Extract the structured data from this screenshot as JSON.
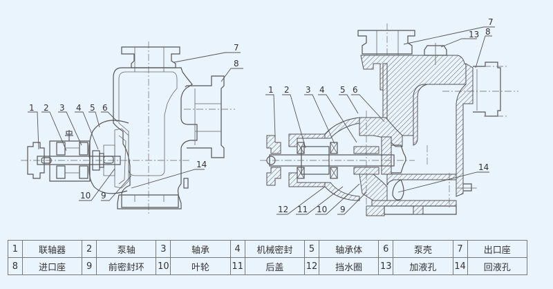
{
  "diagram": {
    "left_view_callouts": [
      "1",
      "2",
      "3",
      "4",
      "5",
      "6",
      "7",
      "8",
      "9",
      "10",
      "14"
    ],
    "right_view_callouts": [
      "1",
      "2",
      "3",
      "4",
      "5",
      "6",
      "7",
      "8",
      "9",
      "10",
      "11",
      "12",
      "13",
      "14"
    ]
  },
  "legend": {
    "rows": [
      [
        {
          "num": "1",
          "name": "联轴器"
        },
        {
          "num": "2",
          "name": "泵轴"
        },
        {
          "num": "3",
          "name": "轴承"
        },
        {
          "num": "4",
          "name": "机械密封"
        },
        {
          "num": "5",
          "name": "轴承体"
        },
        {
          "num": "6",
          "name": "泵壳"
        },
        {
          "num": "7",
          "name": "出口座"
        }
      ],
      [
        {
          "num": "8",
          "name": "进口座"
        },
        {
          "num": "9",
          "name": "前密封环"
        },
        {
          "num": "10",
          "name": "叶轮"
        },
        {
          "num": "11",
          "name": "后盖"
        },
        {
          "num": "12",
          "name": "挡水圈"
        },
        {
          "num": "13",
          "name": "加液孔"
        },
        {
          "num": "14",
          "name": "回液孔"
        }
      ]
    ]
  }
}
